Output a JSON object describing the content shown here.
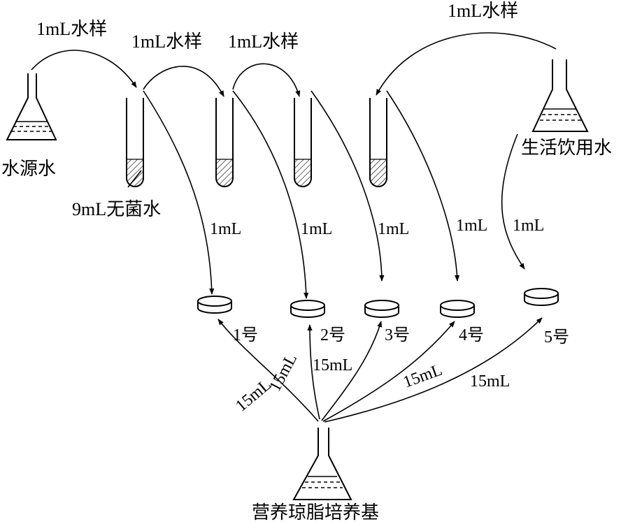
{
  "labels": {
    "source_water": "水源水",
    "drinking_water": "生活饮用水",
    "sterile_water": "9mL无菌水",
    "medium": "营养琼脂培养基",
    "transfer_1": "1mL水样",
    "transfer_2": "1mL水样",
    "transfer_3": "1mL水样",
    "transfer_4": "1mL水样",
    "plate_vol_1": "1mL",
    "plate_vol_2": "1mL",
    "plate_vol_3": "1mL",
    "plate_vol_4": "1mL",
    "plate_vol_5": "1mL",
    "medium_vol_1": "15mL",
    "medium_vol_2": "15mL",
    "medium_vol_3": "15mL",
    "medium_vol_4": "15mL",
    "medium_vol_5": "15mL",
    "dish_1": "1号",
    "dish_2": "2号",
    "dish_3": "3号",
    "dish_4": "4号",
    "dish_5": "5号"
  }
}
